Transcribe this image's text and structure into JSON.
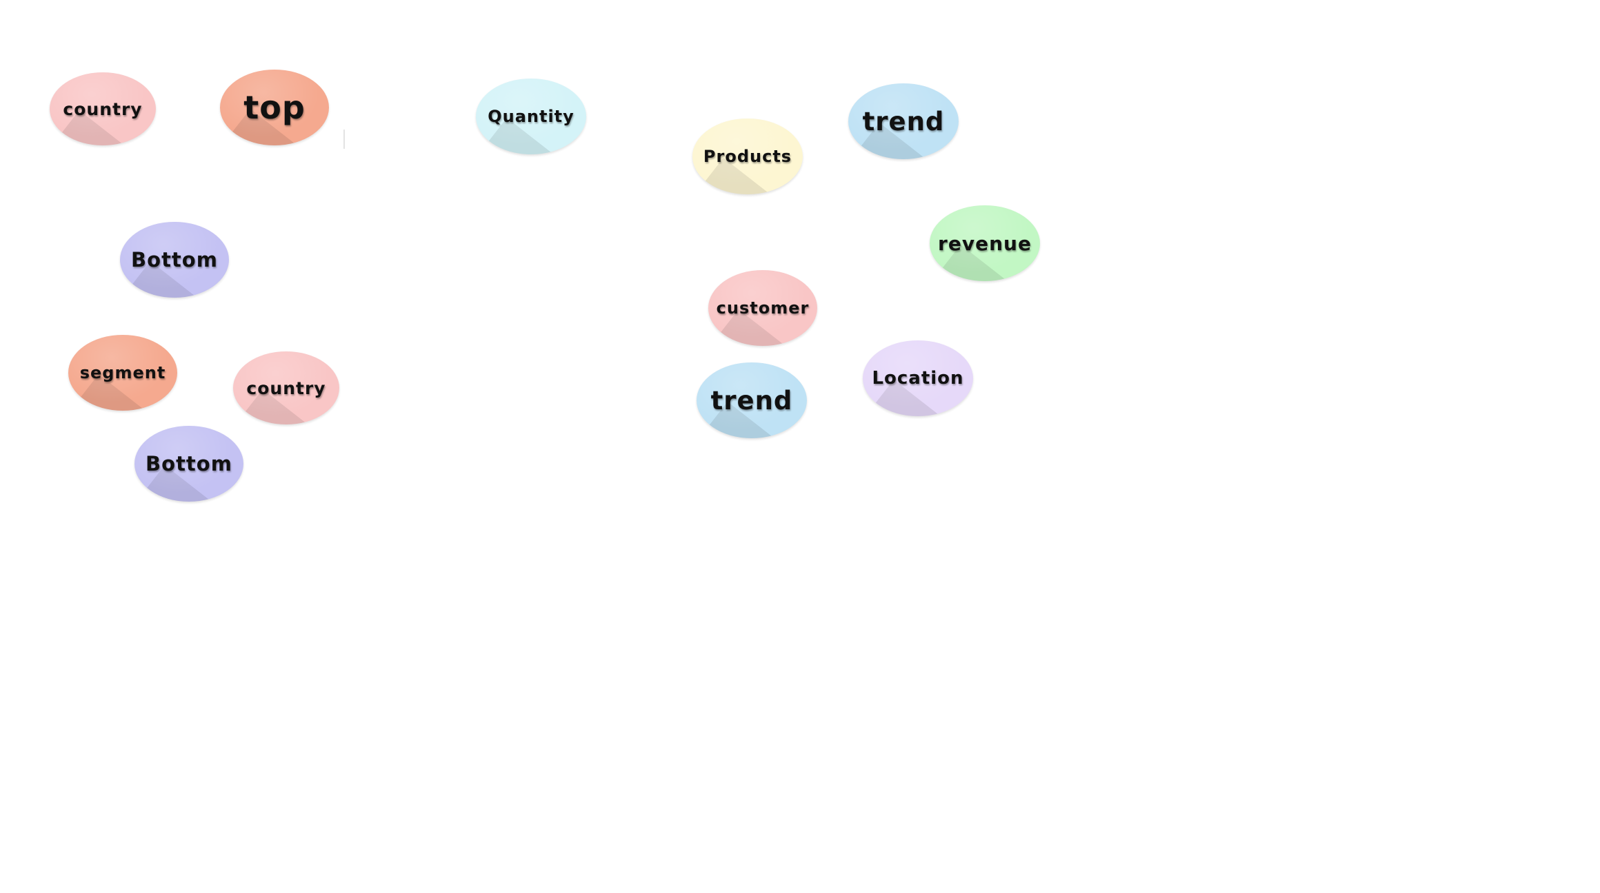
{
  "bubbles": [
    {
      "id": "country-1",
      "text": "country",
      "color": "#f9c6c6"
    },
    {
      "id": "top",
      "text": "top",
      "color": "#f5a98f"
    },
    {
      "id": "quantity",
      "text": "Quantity",
      "color": "#d4f3f8"
    },
    {
      "id": "products",
      "text": "Products",
      "color": "#fdf6d2"
    },
    {
      "id": "trend-1",
      "text": "trend",
      "color": "#bfe2f5"
    },
    {
      "id": "bottom-1",
      "text": "Bottom",
      "color": "#c4c2f3"
    },
    {
      "id": "revenue",
      "text": "revenue",
      "color": "#c2f7c4"
    },
    {
      "id": "customer",
      "text": "customer",
      "color": "#f9c6c6"
    },
    {
      "id": "segment",
      "text": "segment",
      "color": "#f5a98f"
    },
    {
      "id": "country-2",
      "text": "country",
      "color": "#f9c6c6"
    },
    {
      "id": "location",
      "text": "Location",
      "color": "#e6d9f9"
    },
    {
      "id": "trend-2",
      "text": "trend",
      "color": "#bfe2f5"
    },
    {
      "id": "bottom-2",
      "text": "Bottom",
      "color": "#c4c2f3"
    }
  ]
}
